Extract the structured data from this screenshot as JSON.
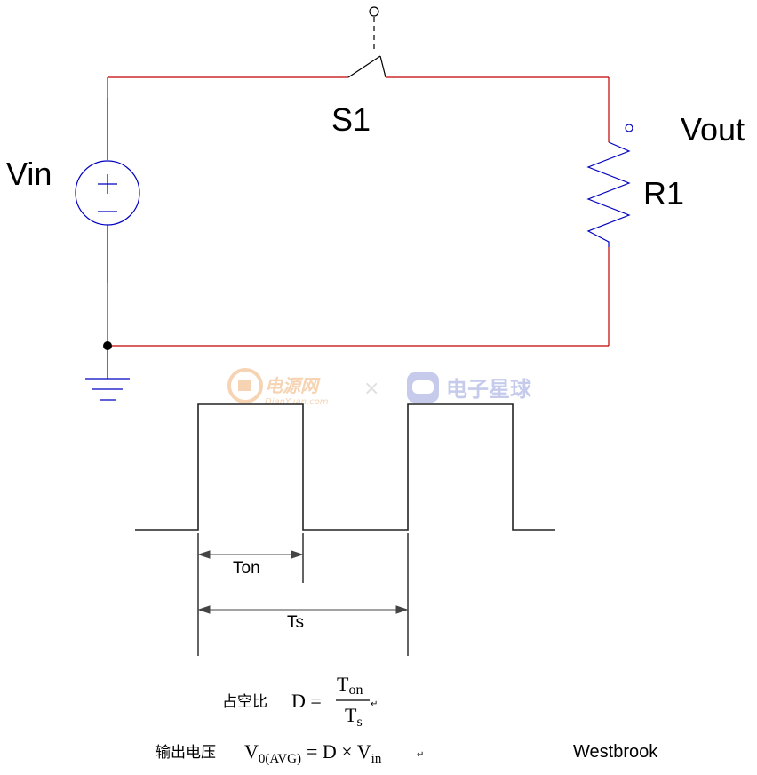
{
  "circuit": {
    "source_label": "Vin",
    "switch_label": "S1",
    "output_label": "Vout",
    "resistor_label": "R1",
    "source_plus": "+",
    "source_minus": "−",
    "wire_color": "#c00000",
    "component_color": "#0000c0"
  },
  "waveform": {
    "ton_label": "Ton",
    "ts_label": "Ts"
  },
  "formulas": {
    "duty_label": "占空比",
    "duty_lhs": "D =",
    "duty_num_main": "T",
    "duty_num_sub": "on",
    "duty_den_main": "T",
    "duty_den_sub": "s",
    "vout_label": "输出电压",
    "vout_v": "V",
    "vout_sub": "0(AVG)",
    "vout_rhs_main": "= D × V",
    "vout_rhs_sub": "in",
    "return_mark": "↵"
  },
  "watermark": {
    "site_cn": "电源网",
    "site_en": "DianYuan.com",
    "times": "×",
    "partner": "电子星球",
    "color": "#f4c9a0",
    "partner_color": "#b8bfe8"
  },
  "author": "Westbrook",
  "author_color": "#e02020"
}
